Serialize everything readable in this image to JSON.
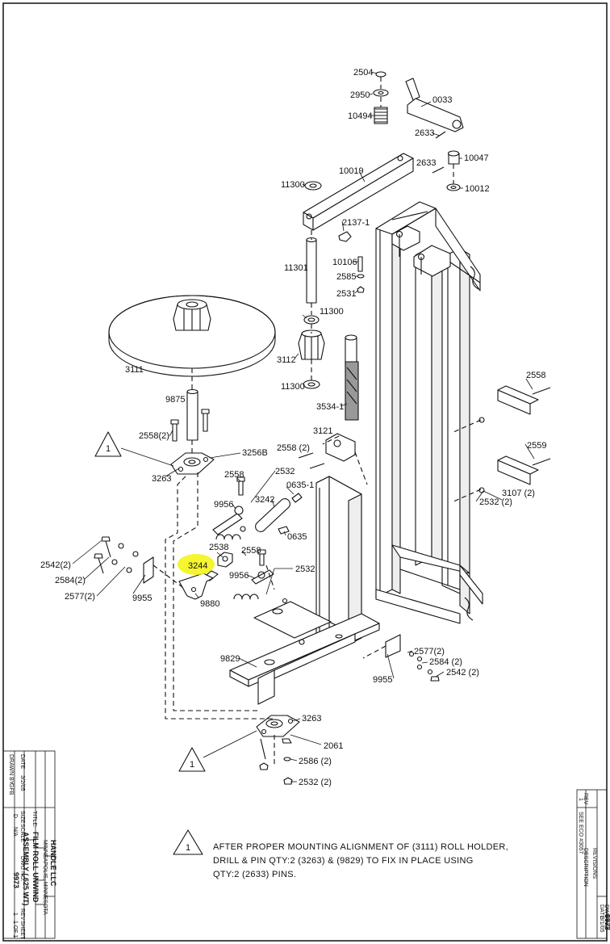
{
  "labels": {
    "p2504": "2504",
    "p2950": "2950",
    "p0033": "0033",
    "p10494": "10494",
    "p2633a": "2633",
    "p2633b": "2633",
    "p10047": "10047",
    "p10019": "10019",
    "p11300a": "11300",
    "p10012": "10012",
    "p2137": "2137-1",
    "p10106": "10106",
    "p2585": "2585",
    "p11301": "11301",
    "p2531": "2531",
    "p11300b": "11300",
    "p3112": "3112",
    "p11300c": "11300",
    "p3111": "3111",
    "p3534": "3534-1",
    "p9875": "9875",
    "p2558a": "2558",
    "p3121": "3121",
    "p2558_2a": "2558(2)",
    "p3256b": "3256B",
    "p2558_2b": "2558 (2)",
    "p2559": "2559",
    "p3263a": "3263",
    "p2558b": "2558",
    "p2532a": "2532",
    "p0635_1": "0635-1",
    "p3107": "3107 (2)",
    "p9956a": "9956",
    "p3242": "3242",
    "p2532_2a": "2532 (2)",
    "p0635": "0635",
    "p2538": "2538",
    "p2558c": "2558",
    "p2542a": "2542(2)",
    "p3244": "3244",
    "p2584a": "2584(2)",
    "p2532b": "2532",
    "p9956b": "9956",
    "p2577a": "2577(2)",
    "p9955a": "9955",
    "p9880": "9880",
    "p2577b": "2577(2)",
    "p2584b": "2584 (2)",
    "p9829": "9829",
    "p2542b": "2542 (2)",
    "p9955b": "9955",
    "p3263b": "3263",
    "p2061": "2061",
    "p2586": "2586 (2)",
    "p2532c": "2532 (2)",
    "tri1": "1",
    "tri2": "1",
    "tri3": "1"
  },
  "note": {
    "symbol": "1",
    "line1": "AFTER PROPER MOUNTING ALIGNMENT OF (3111) ROLL HOLDER,",
    "line2": "DRILL & PIN QTY:2 (3263) & (9829) TO FIX IN PLACE  USING",
    "line3": "QTY:2 (2633) PINS."
  },
  "title_block": {
    "company": "HANDLE LLC",
    "city": "MINNEAPOLIS, MINNESOTA",
    "title_label": "TITLE:",
    "title_line1": "FILM ROLL UNWIND",
    "title_line2": "ASSEMBLY (.625 WT)",
    "size_label": "SIZE",
    "size": "D",
    "scale_label": "SCALE",
    "scale": "N/A",
    "dwg_label": "DWG NO.",
    "dwg": "9973",
    "rev_label": "REV",
    "rev": "1",
    "sheet_label": "SHEET",
    "sheet": "1 OF 1",
    "drawn_label": "DRAWN BY",
    "drawn": "GFB",
    "date_label": "DATE",
    "date": "3/2/05"
  },
  "revisions": {
    "header": "REVISIONS",
    "col_rev": "REV",
    "col_desc": "DESCRIPTION",
    "row1_rev": "1",
    "row1_desc": "SEE ECO #3057",
    "dwg_label": "DWG NO.",
    "dwg": "9973",
    "date_label": "DATE",
    "date": "3/1/05"
  },
  "highlight_color": "#f4f41a"
}
